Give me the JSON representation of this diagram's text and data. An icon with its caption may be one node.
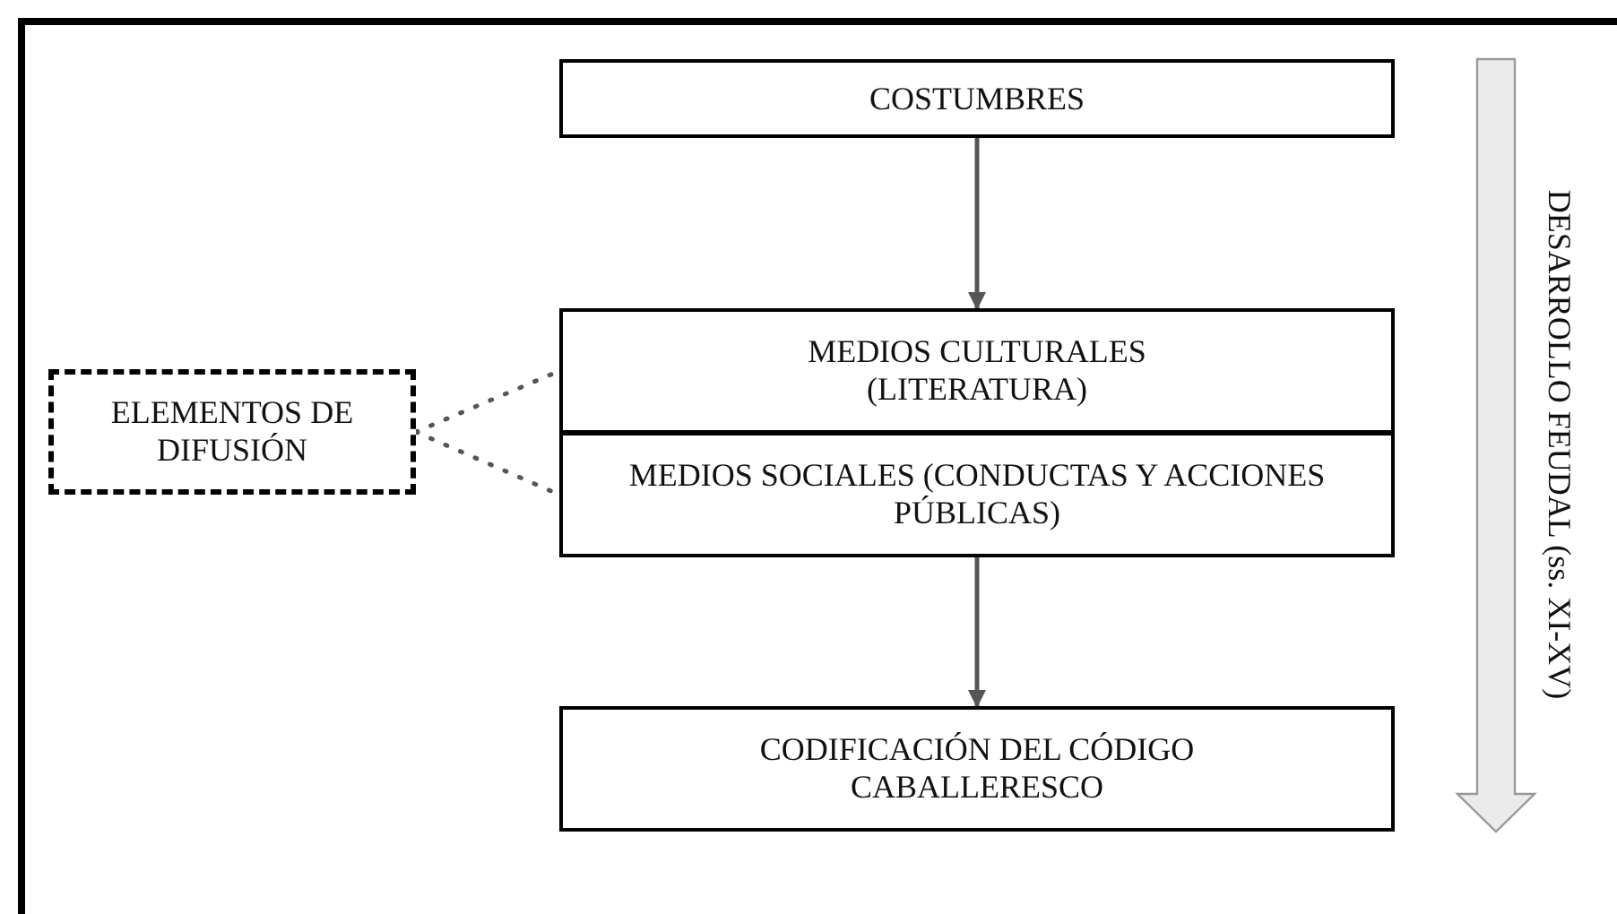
{
  "diagram": {
    "nodes": [
      {
        "text": [
          "COSTUMBRES"
        ]
      },
      {
        "text": [
          "MEDIOS CULTURALES (LITERATURA)"
        ]
      },
      {
        "text": [
          "MEDIOS SOCIALES (CONDUCTAS Y ACCIONES PÚBLICAS)"
        ]
      },
      {
        "text": [
          "CODIFICACIÓN DEL CÓDIGO CABALLERESCO"
        ]
      },
      {
        "text": [
          "ELEMENTOS DE DIFUSIÓN"
        ]
      }
    ],
    "edges": [
      {
        "from": 0,
        "to": 1,
        "arrow": "to"
      },
      {
        "from": 2,
        "to": 3,
        "arrow": "to"
      },
      {
        "from": 4,
        "to": 1,
        "arrow": "none",
        "style": "dashed"
      },
      {
        "from": 4,
        "to": 2,
        "arrow": "none",
        "style": "dashed"
      }
    ],
    "labels": [
      "DESARROLLO FEUDAL (ss. XI-XV)"
    ]
  }
}
